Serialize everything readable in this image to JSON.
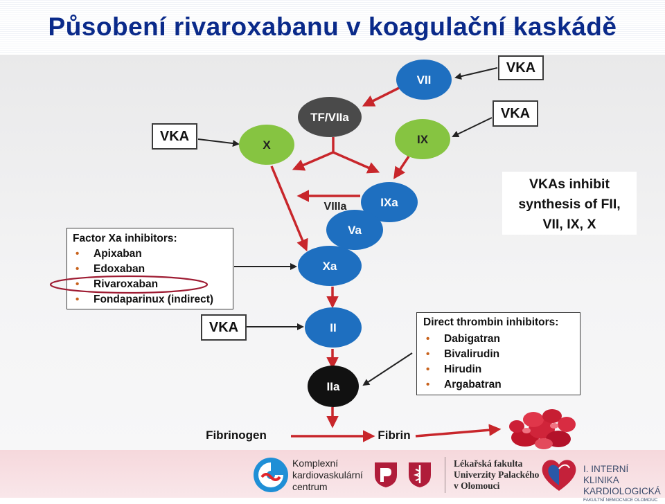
{
  "title": "Působení rivaroxabanu v koagulační kaskádě",
  "nodes": {
    "vii": "VII",
    "tf_viia": "TF/VIIa",
    "x": "X",
    "ix": "IX",
    "ixa": "IXa",
    "viiia": "VIIIa",
    "va": "Va",
    "xa": "Xa",
    "ii": "II",
    "iia": "IIa",
    "fibrinogen": "Fibrinogen",
    "fibrin": "Fibrin"
  },
  "vka_label": "VKA",
  "vka_note": {
    "line1": "VKAs inhibit",
    "line2": "synthesis of FII,",
    "line3": "VII, IX, X"
  },
  "factor_xa_box": {
    "heading": "Factor Xa inhibitors:",
    "items": [
      "Apixaban",
      "Edoxaban",
      "Rivaroxaban",
      "Fondaparinux (indirect)"
    ]
  },
  "thrombin_box": {
    "heading": "Direct thrombin inhibitors:",
    "items": [
      "Dabigatran",
      "Bivalirudin",
      "Hirudin",
      "Argabatran"
    ]
  },
  "footer": {
    "kkc_line1": "Komplexní",
    "kkc_line2": "kardiovaskulární",
    "kkc_line3": "centrum",
    "lf_line1": "Lékařská fakulta",
    "lf_line2": "Univerzity Palackého",
    "lf_line3": "v Olomouci",
    "clinic_line1": "I. INTERNÍ KLINIKA",
    "clinic_line2": "KARDIOLOGICKÁ",
    "clinic_line3": "FAKULTNÍ NEMOCNICE OLOMOUC"
  },
  "colors": {
    "title": "#0a2a8a",
    "blue_node": "#1e6fc0",
    "green_node": "#86c441",
    "dark_node": "#4a4a4a",
    "black_node": "#111111",
    "arrow_red": "#c8262b",
    "highlight_ring": "#9e1b32"
  }
}
